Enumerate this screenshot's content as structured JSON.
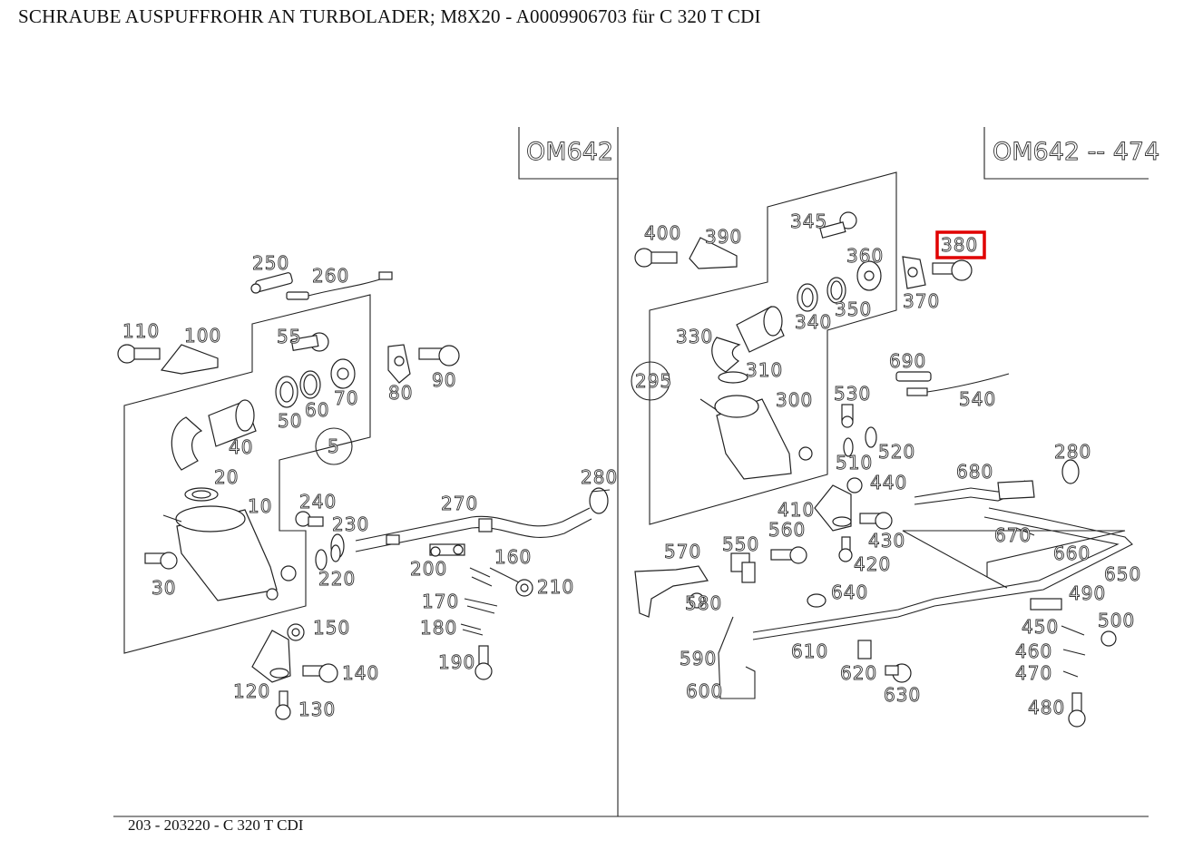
{
  "header": {
    "title": "SCHRAUBE AUSPUFFROHR AN TURBOLADER; M8X20 - A0009906703 für C 320 T CDI"
  },
  "footer": {
    "caption": "203 - 203220 - C 320 T CDI"
  },
  "diagram": {
    "left_panel": {
      "engine_code": "OM642",
      "callouts": [
        "250",
        "260",
        "110",
        "100",
        "55",
        "80",
        "90",
        "70",
        "50",
        "60",
        "40",
        "5",
        "20",
        "10",
        "30",
        "240",
        "230",
        "270",
        "280",
        "220",
        "200",
        "160",
        "210",
        "170",
        "180",
        "150",
        "140",
        "190",
        "120",
        "130"
      ]
    },
    "right_panel": {
      "engine_code": "OM642 -- 474",
      "highlighted_part": "380",
      "callouts": [
        "400",
        "390",
        "345",
        "360",
        "380",
        "370",
        "340",
        "350",
        "330",
        "310",
        "295",
        "300",
        "690",
        "540",
        "530",
        "520",
        "510",
        "440",
        "680",
        "280",
        "410",
        "560",
        "430",
        "420",
        "670",
        "660",
        "650",
        "570",
        "550",
        "580",
        "640",
        "490",
        "500",
        "450",
        "460",
        "470",
        "590",
        "610",
        "620",
        "630",
        "600",
        "480"
      ]
    },
    "highlight_color": "#e00000"
  }
}
